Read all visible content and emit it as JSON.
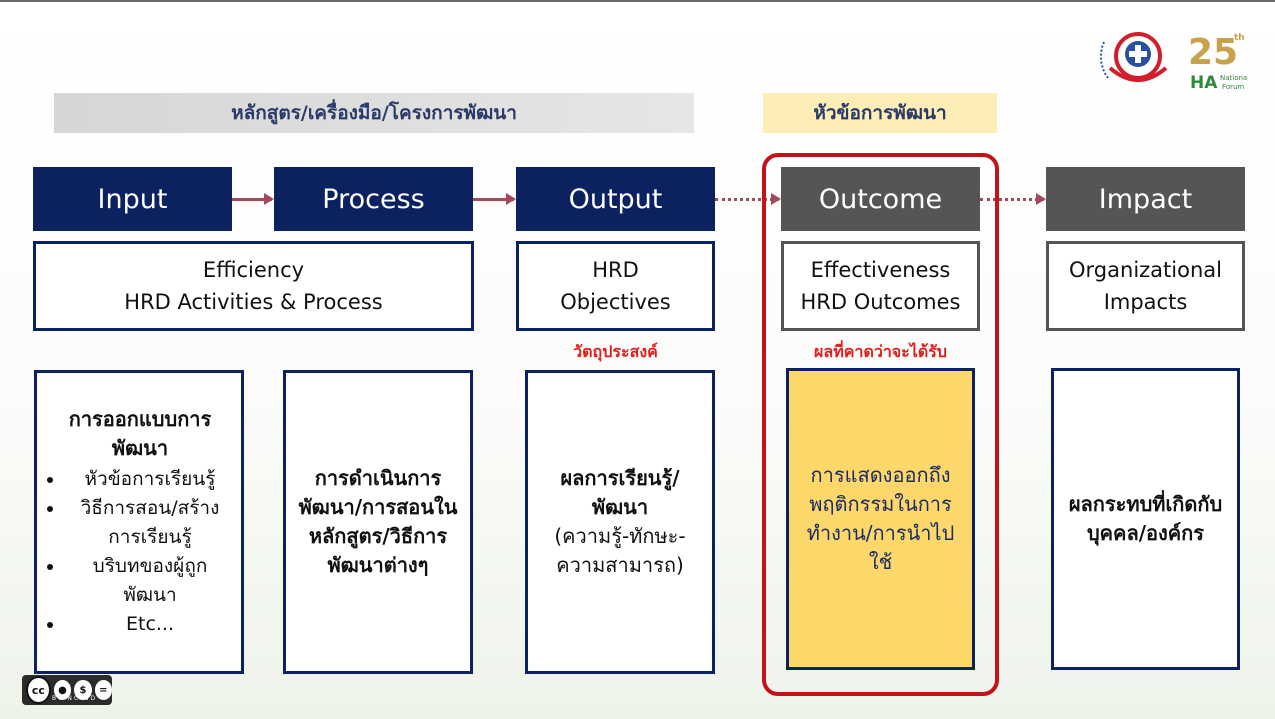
{
  "banners": {
    "left": "หลักสูตร/เครื่องมือ/โครงการพัฒนา",
    "right": "หัวข้อการพัฒนา"
  },
  "stages": [
    {
      "label": "Input"
    },
    {
      "label": "Process"
    },
    {
      "label": "Output"
    },
    {
      "label": "Outcome"
    },
    {
      "label": "Impact"
    }
  ],
  "descriptions": {
    "efficiency": {
      "line1": "Efficiency",
      "line2": "HRD Activities & Process"
    },
    "hrd": {
      "line1": "HRD",
      "line2": "Objectives"
    },
    "effectiveness": {
      "line1": "Effectiveness",
      "line2": "HRD Outcomes"
    },
    "organizational": {
      "line1": "Organizational",
      "line2": "Impacts"
    }
  },
  "notes": {
    "output": "วัตถุประสงค์",
    "outcome": "ผลที่คาดว่าจะได้รับ"
  },
  "cards": {
    "input": {
      "title": "การออกแบบการพัฒนา",
      "bullets": [
        "หัวข้อการเรียนรู้",
        "วิธีการสอน/สร้างการเรียนรู้",
        "บริบทของผู้ถูกพัฒนา",
        "Etc..."
      ]
    },
    "process": {
      "text": "การดำเนินการพัฒนา/การสอนในหลักสูตร/วิธีการพัฒนาต่างๆ"
    },
    "output": {
      "bold": "ผลการเรียนรู้/พัฒนา",
      "normal": "(ความรู้-ทักษะ-ความสามารถ)"
    },
    "outcome": {
      "text": "การแสดงออกถึงพฤติกรรมในการทำงาน/การนำไปใช้"
    },
    "impact": {
      "text": "ผลกระทบที่เกิดกับบุคคล/องค์กร"
    }
  },
  "logo": {
    "number": "25",
    "th_suffix": "th",
    "ha": "HA",
    "national": "National",
    "forum": "Forum"
  },
  "license": {
    "cc": "cc",
    "by": "BY",
    "nc": "NC",
    "nd": "ND"
  },
  "colors": {
    "navy": "#0c2260",
    "gray": "#555555",
    "red": "#c4121a",
    "yellow": "#fcd769",
    "arrow": "#a24a5c"
  }
}
